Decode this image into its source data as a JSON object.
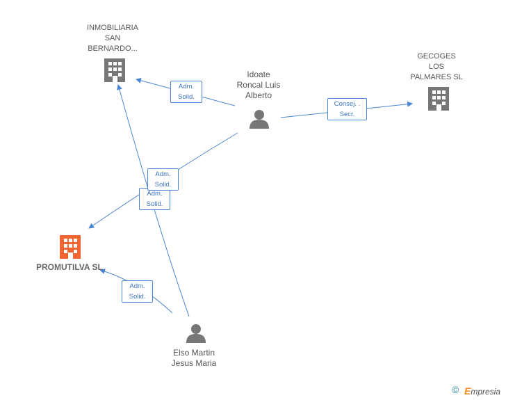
{
  "colors": {
    "edge": "#4a86d4",
    "node": "#777777",
    "focus": "#f26531",
    "text": "#555555"
  },
  "nodes": {
    "inmobiliaria": {
      "lines": [
        "INMOBILIARIA",
        "SAN",
        "BERNARDO..."
      ],
      "icon": "building-icon"
    },
    "gecoges": {
      "lines": [
        "GECOGES",
        "LOS",
        "PALMARES SL"
      ],
      "icon": "building-icon"
    },
    "promutilva": {
      "name": "PROMUTILVA SL",
      "icon": "building-icon"
    },
    "idoate": {
      "lines": [
        "Idoate",
        "Roncal Luis",
        "Alberto"
      ],
      "icon": "person-icon"
    },
    "elso": {
      "lines": [
        "Elso Martin",
        "Jesus Maria"
      ],
      "icon": "person-icon"
    }
  },
  "edges": [
    {
      "from": "Idoate Roncal Luis Alberto",
      "to": "INMOBILIARIA SAN BERNARDO...",
      "label": [
        "Adm.",
        "Solid."
      ]
    },
    {
      "from": "Idoate Roncal Luis Alberto",
      "to": "GECOGES LOS PALMARES SL",
      "label": [
        "Consej. .",
        "Secr."
      ]
    },
    {
      "from": "Idoate Roncal Luis Alberto",
      "to": "PROMUTILVA SL",
      "label": [
        "Adm.",
        "Solid."
      ]
    },
    {
      "from": "Elso Martin Jesus Maria",
      "to": "INMOBILIARIA SAN BERNARDO...",
      "label": [
        "Adm.",
        "Solid."
      ]
    },
    {
      "from": "Elso Martin Jesus Maria",
      "to": "PROMUTILVA SL",
      "label": [
        "Adm.",
        "Solid."
      ]
    }
  ],
  "footer": {
    "copyright": "©",
    "brand_initial": "E",
    "brand_rest": "mpresia"
  }
}
